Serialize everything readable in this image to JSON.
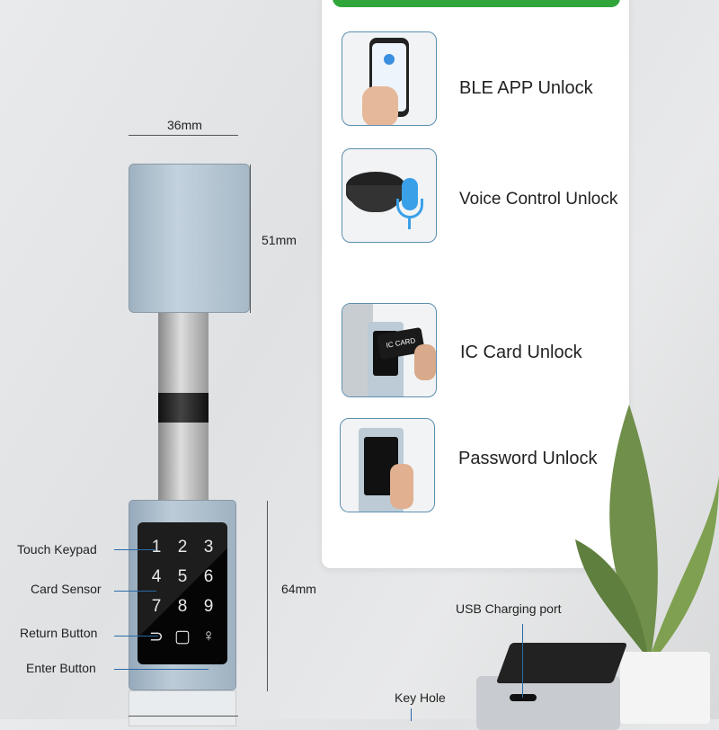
{
  "features": [
    {
      "label": "BLE APP Unlock",
      "icon": "phone-app-icon"
    },
    {
      "label": "Voice Control Unlock",
      "icon": "smart-speaker-mic-icon"
    },
    {
      "label": "IC Card Unlock",
      "icon": "ic-card-icon",
      "card_text": "IC CARD"
    },
    {
      "label": "Password Unlock",
      "icon": "keypad-icon"
    }
  ],
  "dimensions": {
    "width": "36mm",
    "top_height": "51mm",
    "bottom_height": "64mm"
  },
  "callouts": {
    "touch_keypad": "Touch Keypad",
    "card_sensor": "Card Sensor",
    "return_button": "Return Button",
    "enter_button": "Enter Button",
    "usb_port": "USB Charging port",
    "key_hole": "Key Hole"
  },
  "keypad": [
    "1",
    "2",
    "3",
    "4",
    "5",
    "6",
    "7",
    "8",
    "9"
  ],
  "colors": {
    "accent_green": "#2fa53a",
    "callout_blue": "#2b6aa8",
    "lock_body": "#a9bccb"
  }
}
